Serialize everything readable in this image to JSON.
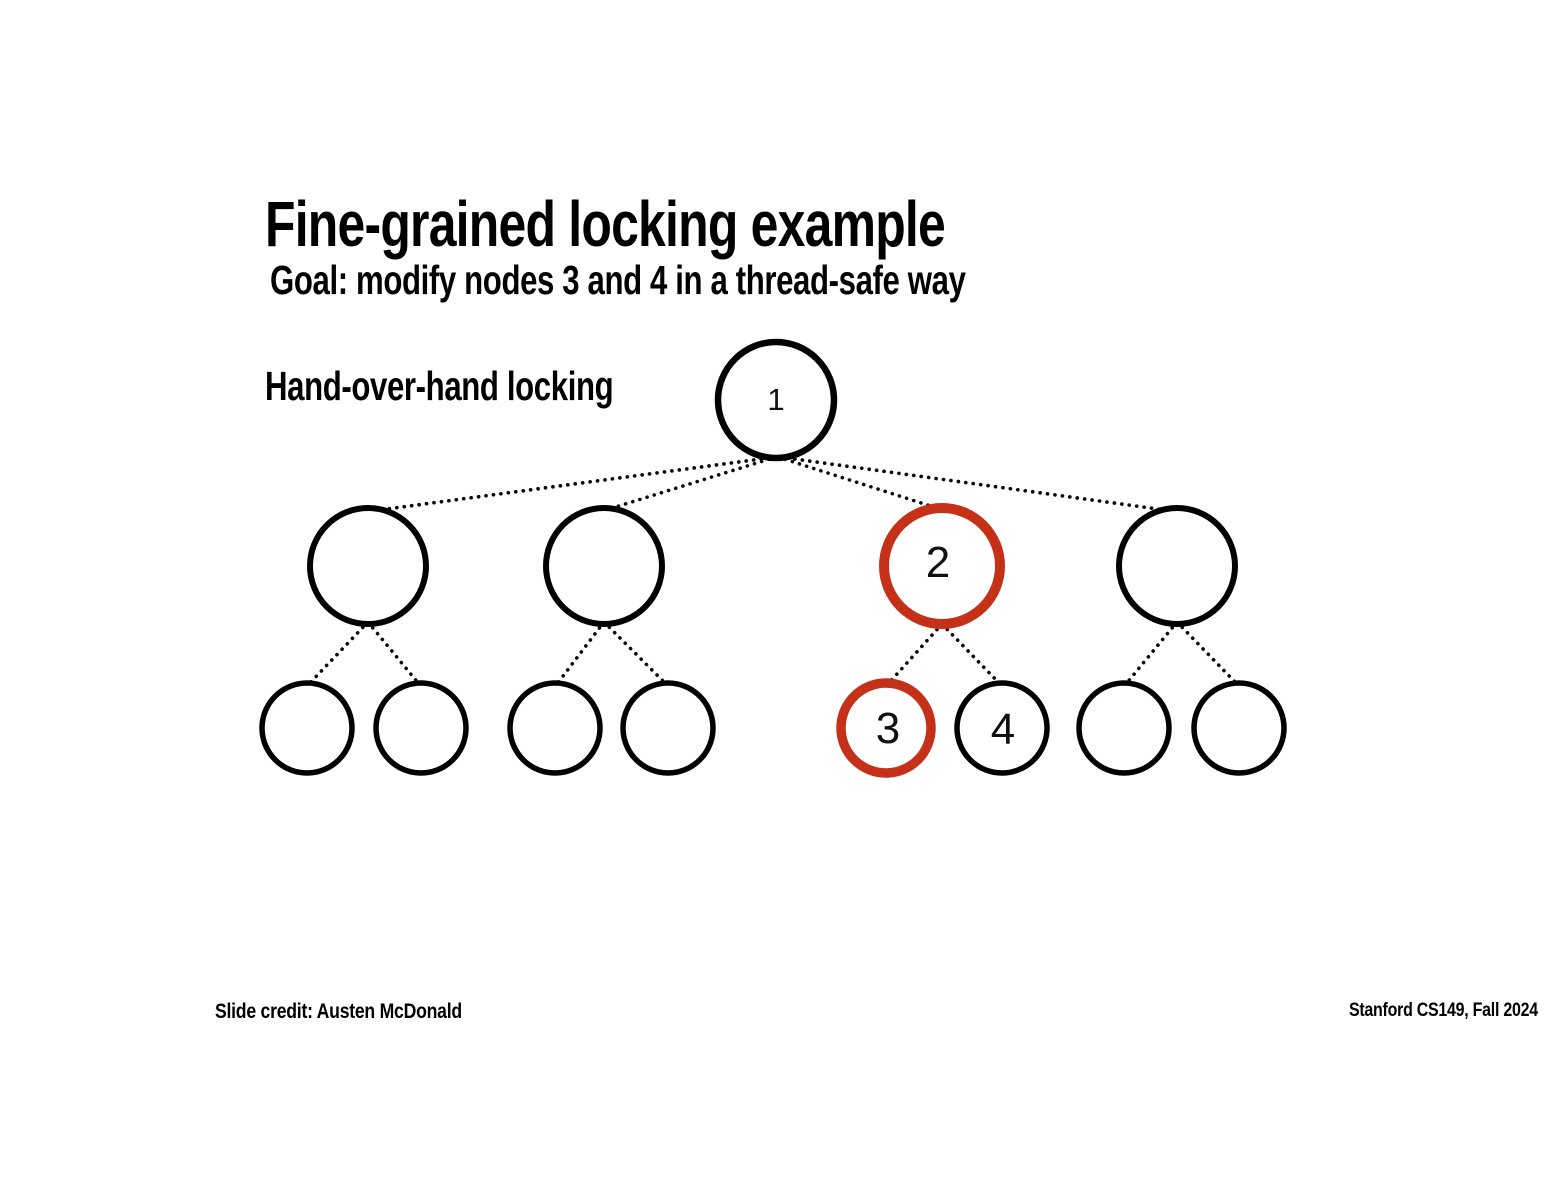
{
  "slide": {
    "title": "Fine-grained locking example",
    "subtitle": "Goal: modify nodes 3 and 4 in a thread-safe way",
    "technique_label": "Hand-over-hand locking",
    "credit": "Slide credit: Austen McDonald",
    "course": "Stanford CS149, Fall 2024"
  },
  "colors": {
    "highlight_red": "#c53118",
    "node_black": "#000000"
  },
  "tree": {
    "root": {
      "label": "1",
      "highlighted": false
    },
    "level2": [
      {
        "label": "",
        "highlighted": false
      },
      {
        "label": "",
        "highlighted": false
      },
      {
        "label": "2",
        "highlighted": true
      },
      {
        "label": "",
        "highlighted": false
      }
    ],
    "level3": [
      {
        "label": "",
        "highlighted": false
      },
      {
        "label": "",
        "highlighted": false
      },
      {
        "label": "",
        "highlighted": false
      },
      {
        "label": "",
        "highlighted": false
      },
      {
        "label": "3",
        "highlighted": true
      },
      {
        "label": "4",
        "highlighted": false
      },
      {
        "label": "",
        "highlighted": false
      },
      {
        "label": "",
        "highlighted": false
      }
    ]
  }
}
